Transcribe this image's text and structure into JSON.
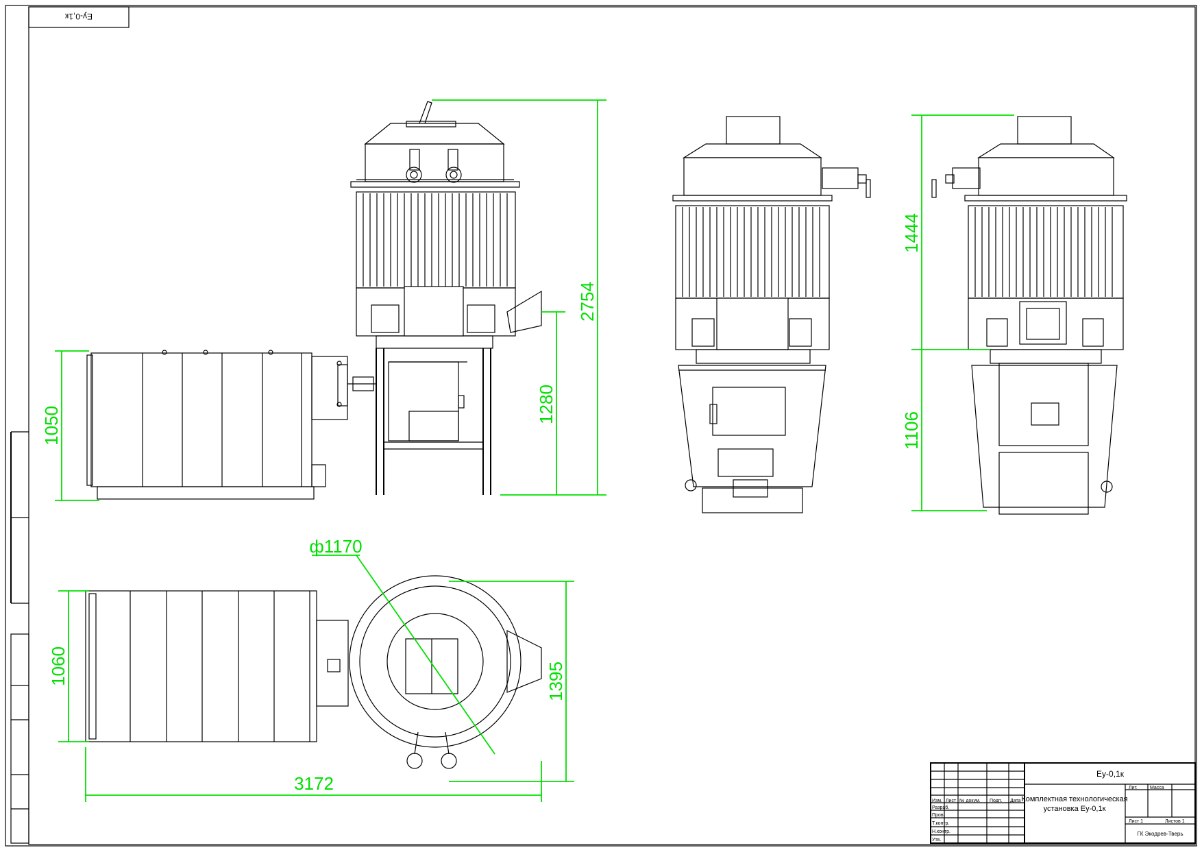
{
  "corner_stamp": "Еу-0,1к",
  "dimensions": {
    "d_diameter": "ф1170",
    "d_height_total": "2754",
    "d_height_stand": "1280",
    "d_height_side_unit": "1050",
    "d_side2_upper": "1444",
    "d_side2_lower": "1106",
    "d_plan_width": "1060",
    "d_plan_depth": "1395",
    "d_plan_length": "3172"
  },
  "title_block": {
    "designation": "Еу-0,1к",
    "name_line1": "Комплектная технологическая",
    "name_line2": "установка Еу-0,1к",
    "col_izm": "Изм.",
    "col_list": "Лист",
    "col_doc": "№ докум.",
    "col_sign": "Подп.",
    "col_date": "Дата",
    "row_razrab": "Разраб.",
    "row_prov": "Пров.",
    "row_tkontr": "Т.контр.",
    "row_nkontr": "Н.контр.",
    "row_utv": "Утв.",
    "lit": "Лит.",
    "mass": "Масса",
    "sheet": "Лист 1",
    "sheets": "Листов 1",
    "org": "ГК Экодрев-Тверь"
  },
  "colors": {
    "dimension": "#00e000",
    "line": "#000000",
    "background": "#ffffff"
  }
}
